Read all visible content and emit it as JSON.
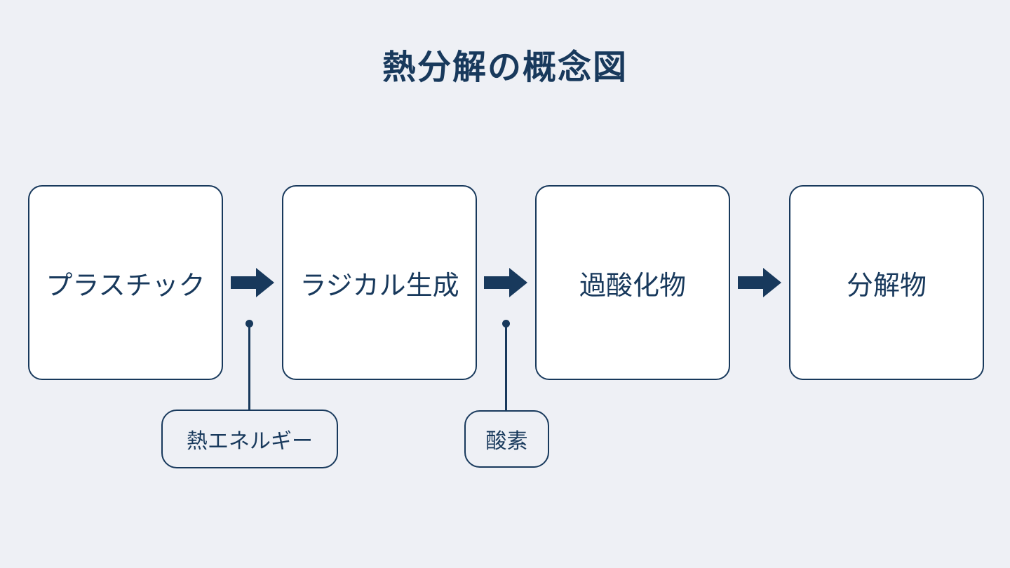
{
  "title": "熱分解の概念図",
  "colors": {
    "background": "#eef0f5",
    "ink": "#18395c",
    "node_fill": "#ffffff"
  },
  "flow": {
    "nodes": [
      {
        "label": "プラスチック"
      },
      {
        "label": "ラジカル生成"
      },
      {
        "label": "過酸化物"
      },
      {
        "label": "分解物"
      }
    ],
    "annotations": [
      {
        "label": "熱エネルギー"
      },
      {
        "label": "酸素"
      }
    ]
  }
}
